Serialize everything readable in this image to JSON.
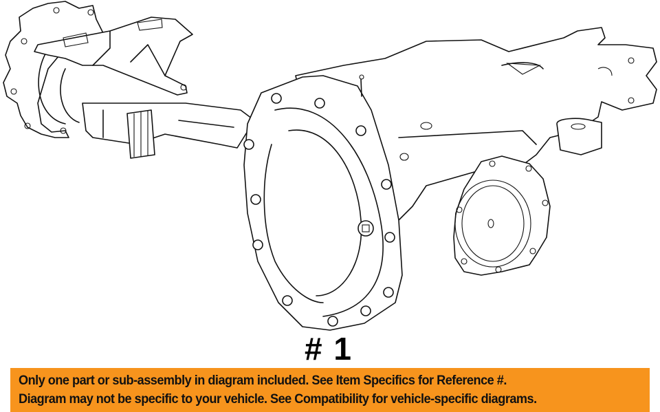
{
  "diagram": {
    "subject": "axle-housing-differential-assembly",
    "reference_label": "# 1"
  },
  "notice": {
    "line1": "Only one part or sub-assembly in diagram included. See Item Specifics for Reference #.",
    "line2": "Diagram may not be specific to your vehicle. See Compatibility for vehicle-specific diagrams.",
    "background_color": "#F7941D",
    "text_color": "#111111"
  }
}
